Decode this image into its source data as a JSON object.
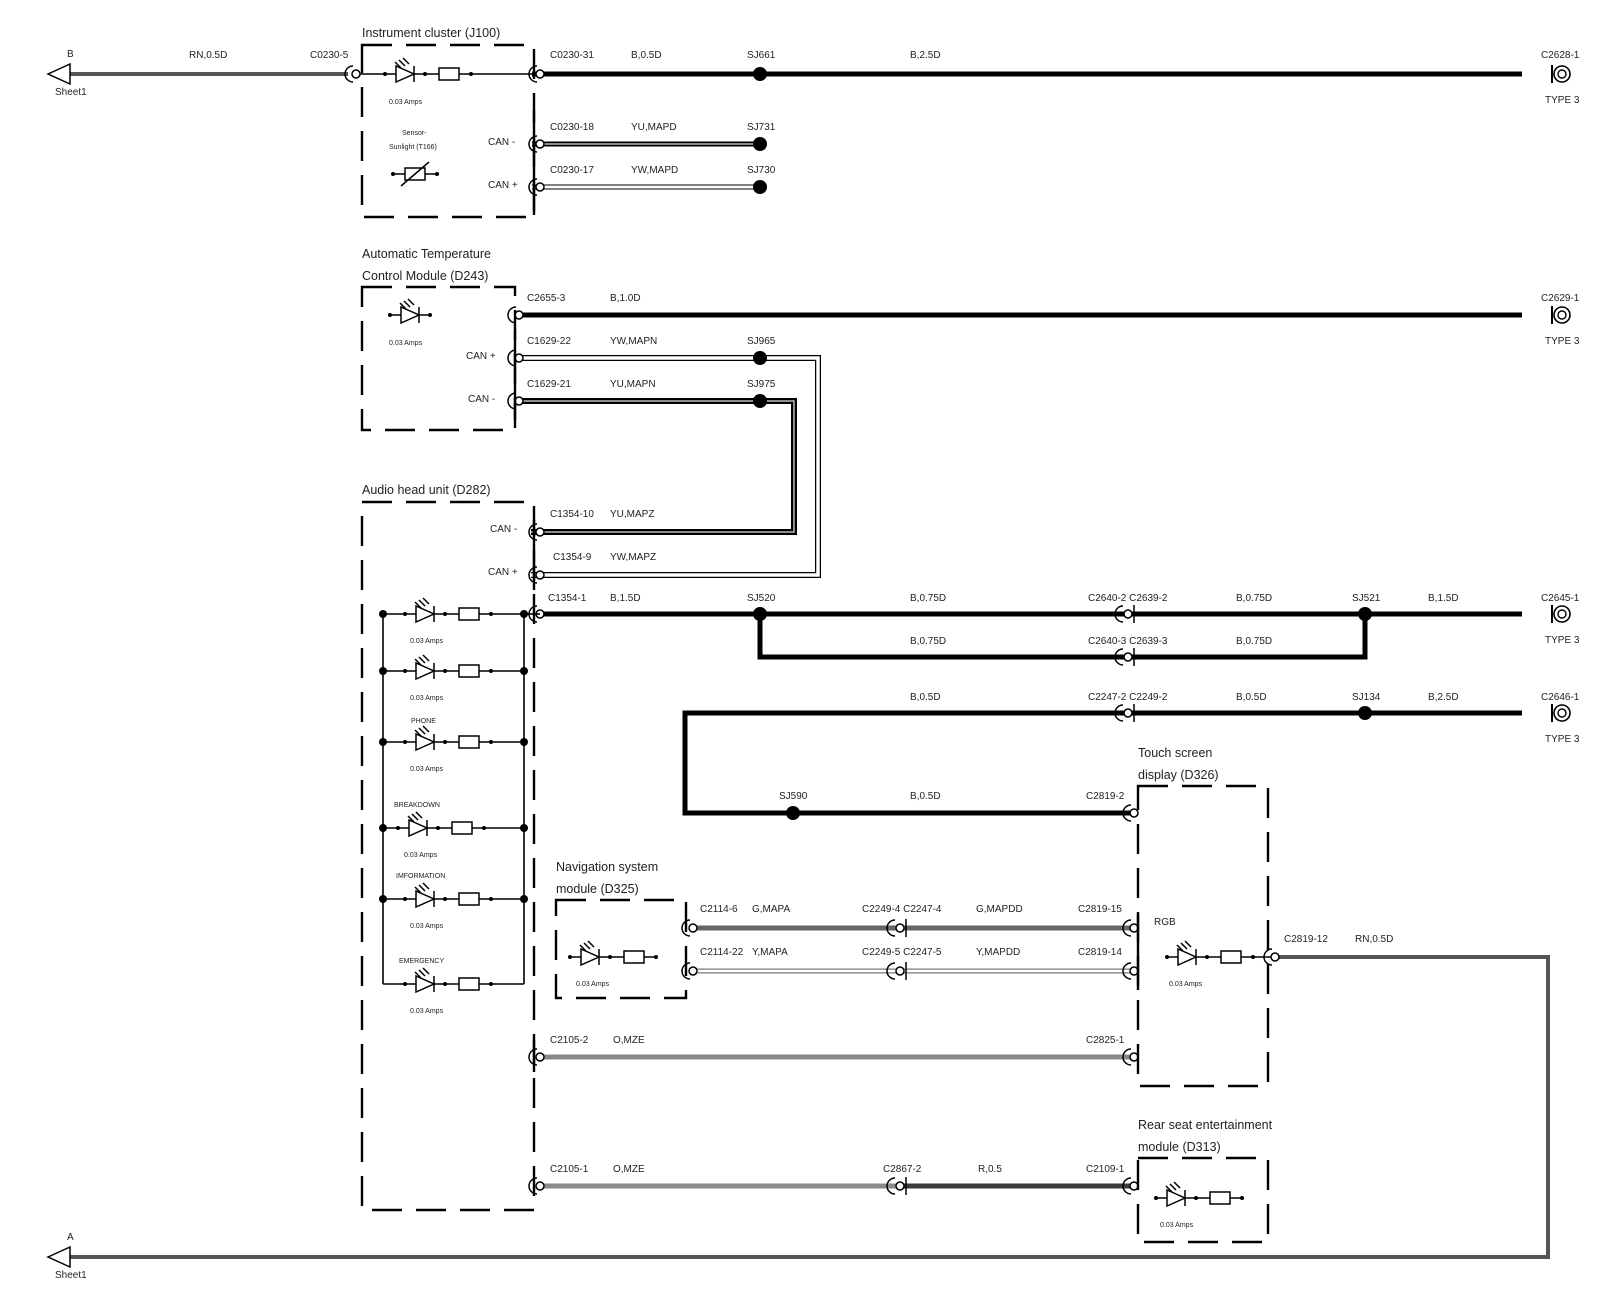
{
  "modules": {
    "instrument_cluster": "Instrument cluster (J100)",
    "atcm_line1": "Automatic Temperature",
    "atcm_line2": "Control Module (D243)",
    "audio_head_unit": "Audio head unit (D282)",
    "nav_line1": "Navigation system",
    "nav_line2": "module (D325)",
    "touch_line1": "Touch screen",
    "touch_line2": "display (D326)",
    "rse_line1": "Rear seat entertainment",
    "rse_line2": "module (D313)"
  },
  "offpage": {
    "b_letter": "B",
    "b_sheet": "Sheet1",
    "a_letter": "A",
    "a_sheet": "Sheet1"
  },
  "device_labels": {
    "amps": "0.03 Amps",
    "sensor_line1": "Sensor-",
    "sensor_line2": "Sunlight (T166)",
    "phone": "PHONE",
    "breakdown": "BREAKDOWN",
    "information": "IMFORMATION",
    "emergency": "EMERGENCY",
    "rgb": "RGB"
  },
  "pins": {
    "can_minus": "CAN -",
    "can_plus": "CAN +"
  },
  "connector_type": "TYPE 3",
  "wires": {
    "w1": {
      "left": "C0230-5",
      "spec": "RN,0.5D"
    },
    "w2": {
      "conn": "C0230-31",
      "spec": "B,0.5D",
      "splice": "SJ661",
      "spec2": "B,2.5D",
      "end": "C2628-1"
    },
    "w3": {
      "conn": "C0230-18",
      "spec": "YU,MAPD",
      "splice": "SJ731"
    },
    "w4": {
      "conn": "C0230-17",
      "spec": "YW,MAPD",
      "splice": "SJ730"
    },
    "w5": {
      "conn": "C2655-3",
      "spec": "B,1.0D",
      "end": "C2629-1"
    },
    "w6": {
      "conn": "C1629-22",
      "spec": "YW,MAPN",
      "splice": "SJ965"
    },
    "w7": {
      "conn": "C1629-21",
      "spec": "YU,MAPN",
      "splice": "SJ975"
    },
    "w8": {
      "conn": "C1354-10",
      "spec": "YU,MAPZ"
    },
    "w9": {
      "conn": "C1354-9",
      "spec": "YW,MAPZ"
    },
    "w10": {
      "conn": "C1354-1",
      "spec": "B,1.5D",
      "splice": "SJ520",
      "spec_a": "B,0.75D",
      "mid": "C2640-2 C2639-2",
      "spec_b": "B,0.75D",
      "splice2": "SJ521",
      "spec_c": "B,1.5D",
      "end": "C2645-1"
    },
    "w11": {
      "spec_a": "B,0.75D",
      "mid": "C2640-3 C2639-3",
      "spec_b": "B,0.75D"
    },
    "w12": {
      "spec_a": "B,0.5D",
      "mid": "C2247-2 C2249-2",
      "spec_b": "B,0.5D",
      "splice": "SJ134",
      "spec_c": "B,2.5D",
      "end": "C2646-1"
    },
    "w13": {
      "splice": "SJ590",
      "spec": "B,0.5D",
      "end": "C2819-2"
    },
    "w14": {
      "conn": "C2114-6",
      "spec": "G,MAPA",
      "mid": "C2249-4 C2247-4",
      "spec2": "G,MAPDD",
      "end": "C2819-15"
    },
    "w15": {
      "conn": "C2114-22",
      "spec": "Y,MAPA",
      "mid": "C2249-5 C2247-5",
      "spec2": "Y,MAPDD",
      "end": "C2819-14"
    },
    "w16": {
      "conn": "C2819-12",
      "spec": "RN,0.5D"
    },
    "w17": {
      "conn": "C2105-2",
      "spec": "O,MZE",
      "end": "C2825-1"
    },
    "w18": {
      "conn": "C2105-1",
      "spec": "O,MZE",
      "mid": "C2867-2",
      "spec2": "R,0.5",
      "end": "C2109-1"
    }
  },
  "colors": {
    "ground": "#000000",
    "rn": "#555555",
    "can": "#3a3a3a",
    "green": "#666666",
    "orange": "#8a8a8a",
    "red": "#3c3c3c"
  }
}
